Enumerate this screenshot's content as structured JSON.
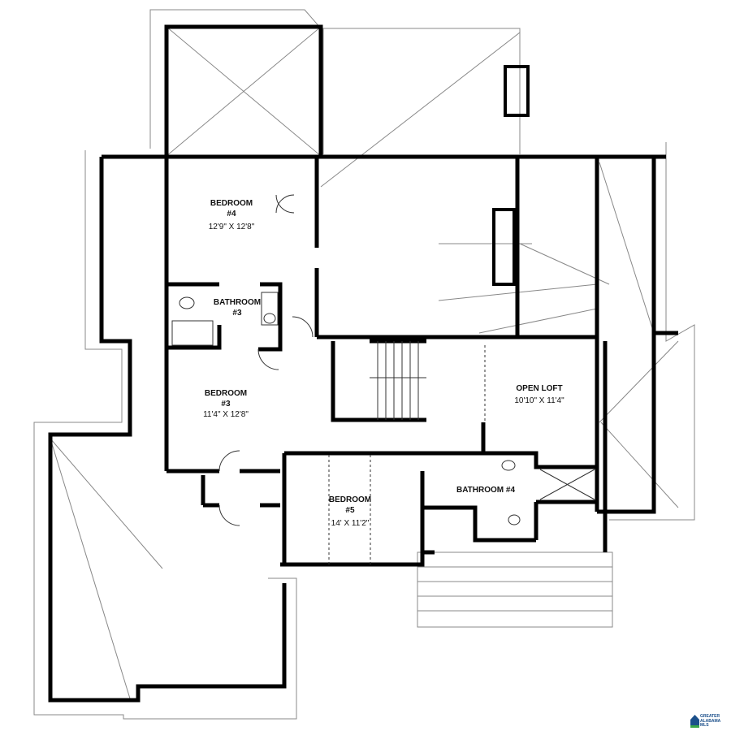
{
  "rooms": [
    {
      "name": "BEDROOM",
      "number": "#4",
      "size": "12'9\" X 12'8\""
    },
    {
      "name": "BATHROOM",
      "number": "#3"
    },
    {
      "name": "BEDROOM",
      "number": "#3",
      "size": "11'4\" X 12'8\""
    },
    {
      "name": "OPEN LOFT",
      "size": "10'10\" X 11'4\""
    },
    {
      "name": "BEDROOM",
      "number": "#5",
      "size": "14' X 11'2\""
    },
    {
      "name": "BATHROOM #4"
    }
  ],
  "logo": {
    "line1": "GREATER",
    "line2": "ALABAMA",
    "line3": "MLS"
  },
  "colors": {
    "wall": "#000000",
    "roof_line": "#888888",
    "logo_blue": "#1b4f8a",
    "logo_green": "#3aa548"
  }
}
